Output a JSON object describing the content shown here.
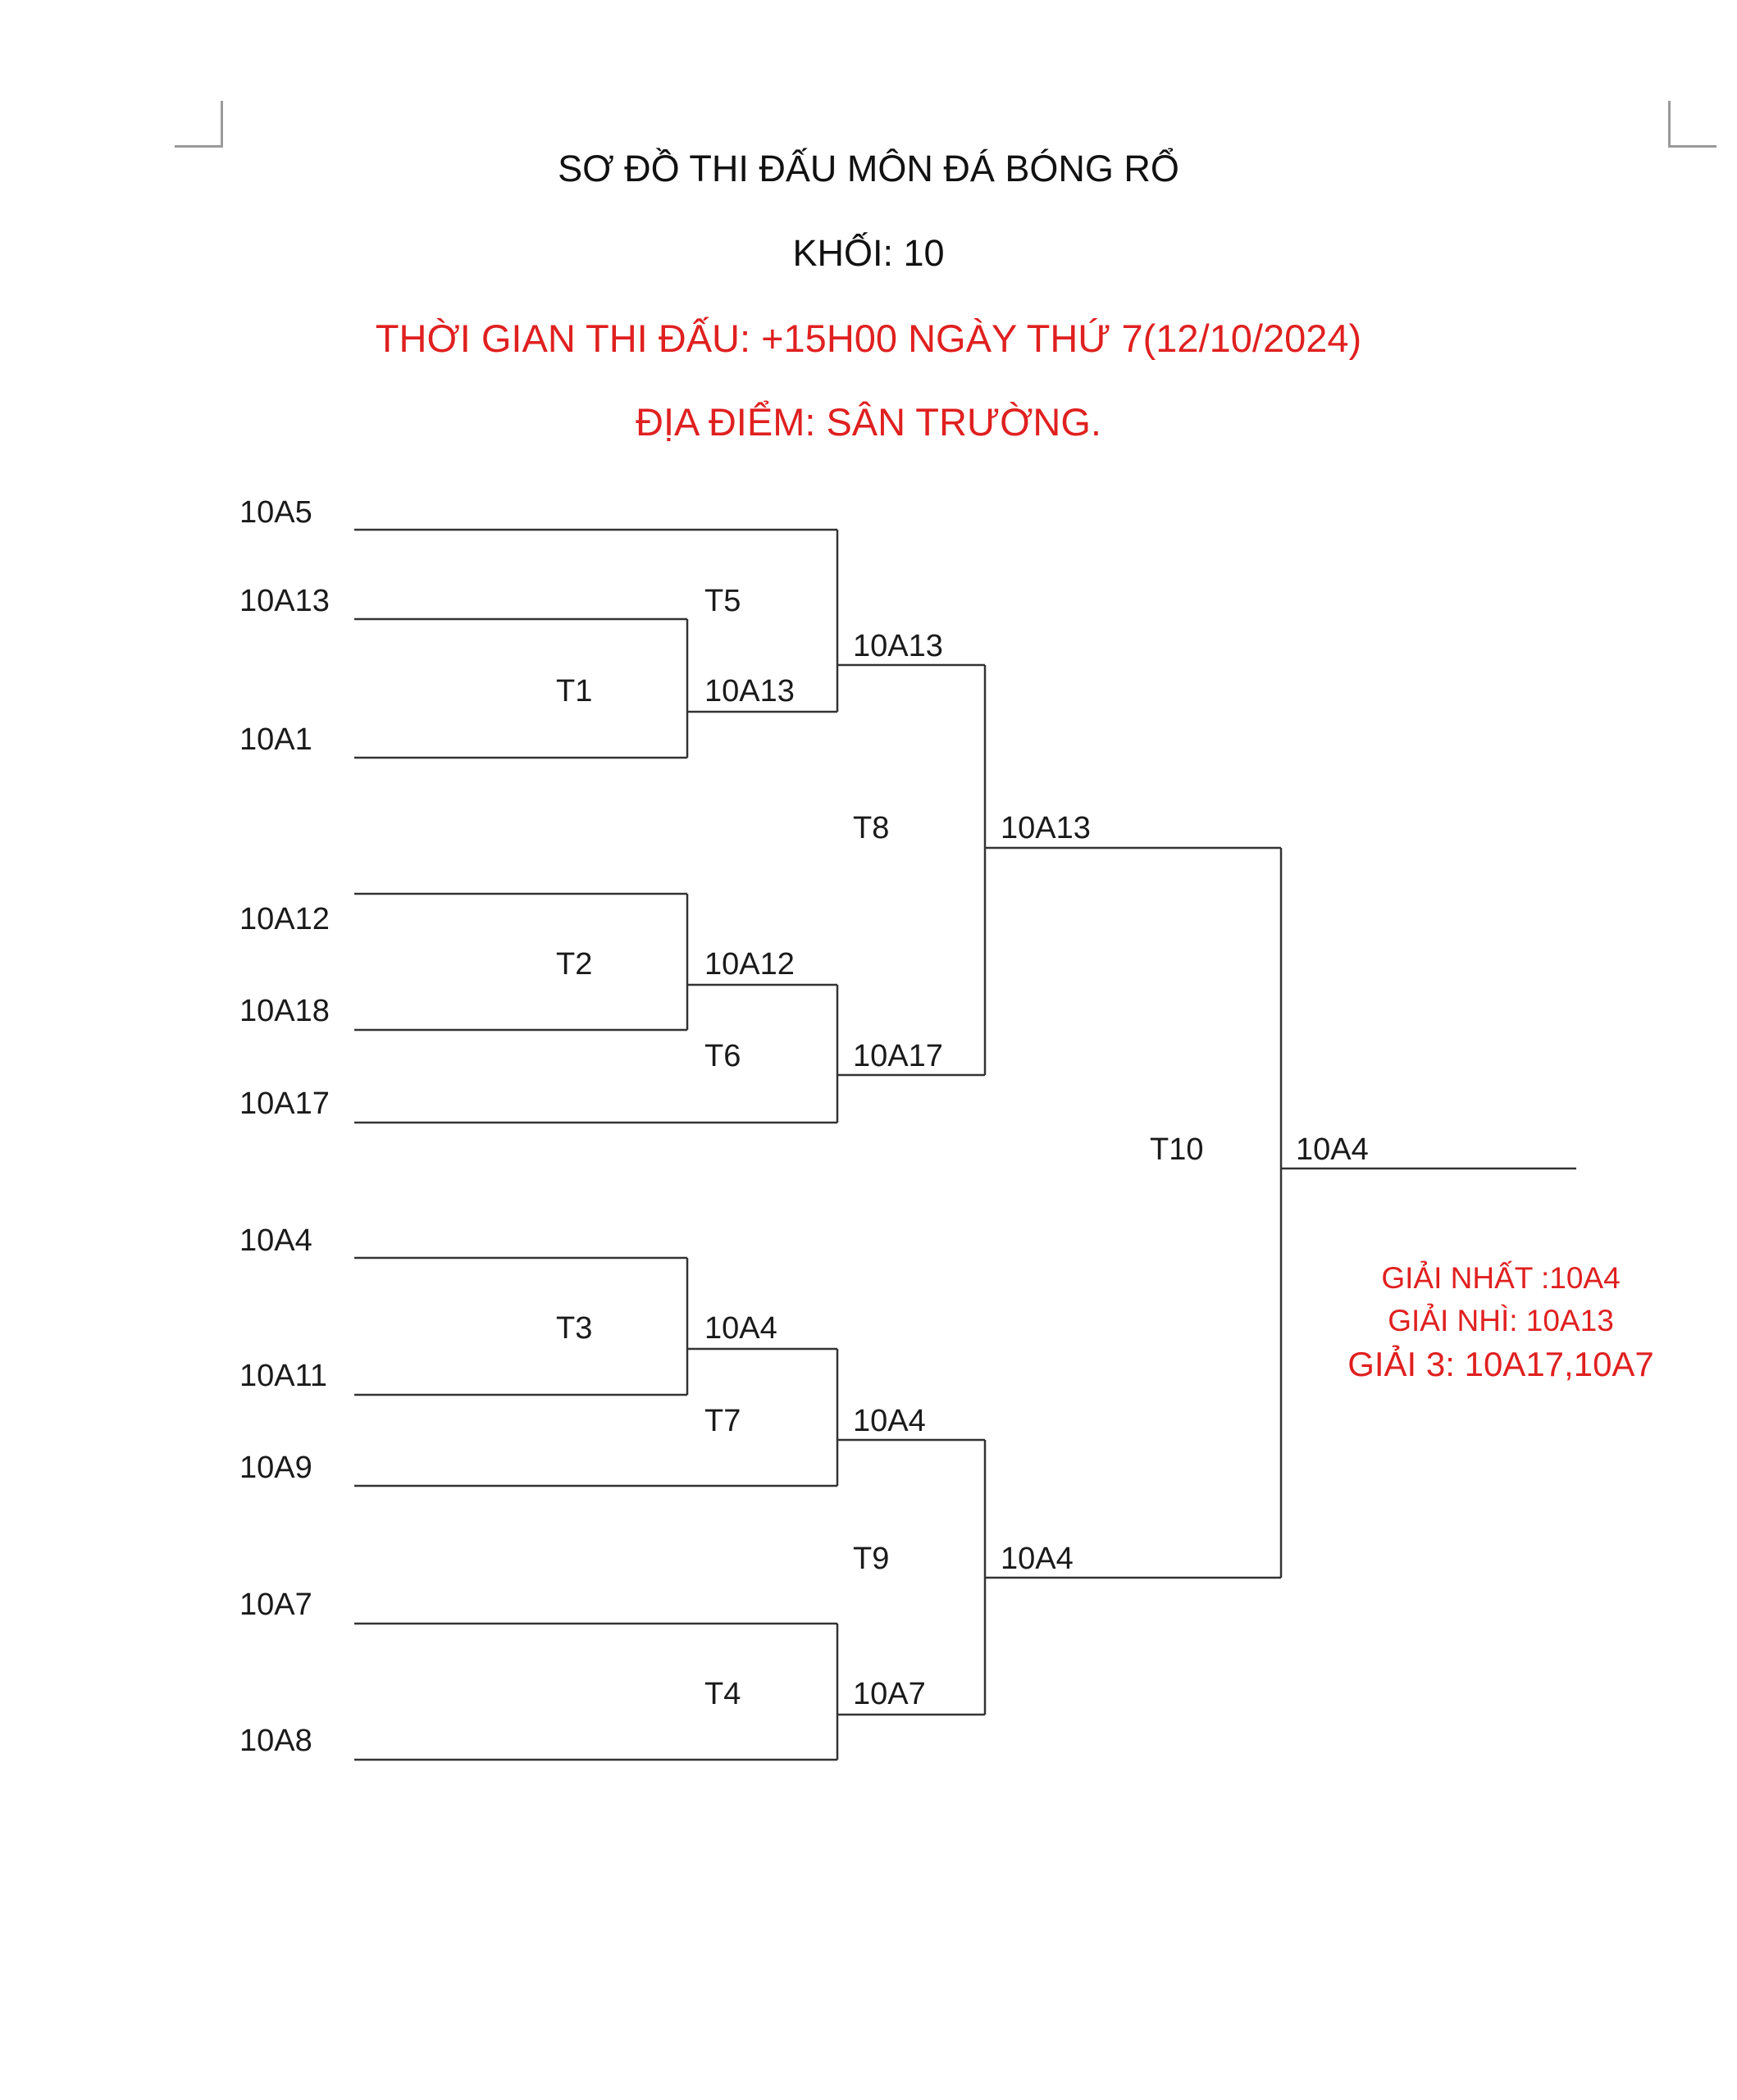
{
  "header": {
    "title": "SƠ ĐỒ THI ĐẤU MÔN ĐÁ BÓNG RỔ",
    "grade": "KHỐI: 10",
    "time": "THỜI GIAN THI ĐẤU: +15H00 NGÀY THỨ 7(12/10/2024)",
    "place": "ĐỊA ĐIỂM: SÂN TRƯỜNG."
  },
  "teams": [
    "10A5",
    "10A13",
    "10A1",
    "10A12",
    "10A18",
    "10A17",
    "10A4",
    "10A11",
    "10A9",
    "10A7",
    "10A8"
  ],
  "matches": {
    "T1": {
      "label": "T1",
      "winner": "10A13"
    },
    "T2": {
      "label": "T2",
      "winner": "10A12"
    },
    "T3": {
      "label": "T3",
      "winner": "10A4"
    },
    "T4": {
      "label": "T4",
      "winner": "10A7"
    },
    "T5": {
      "label": "T5",
      "winner": "10A13"
    },
    "T6": {
      "label": "T6",
      "winner": "10A17"
    },
    "T7": {
      "label": "T7",
      "winner": "10A4"
    },
    "T8": {
      "label": "T8",
      "winner": "10A13"
    },
    "T9": {
      "label": "T9",
      "winner": "10A4"
    },
    "T10": {
      "label": "T10",
      "winner": "10A4"
    }
  },
  "prizes": {
    "first": "GIẢI NHẤT :10A4",
    "second": "GIẢI NHÌ: 10A13",
    "third": "GIẢI 3: 10A17,10A7"
  },
  "colors": {
    "accent": "#e02020",
    "text": "#111111",
    "line": "#333333"
  }
}
